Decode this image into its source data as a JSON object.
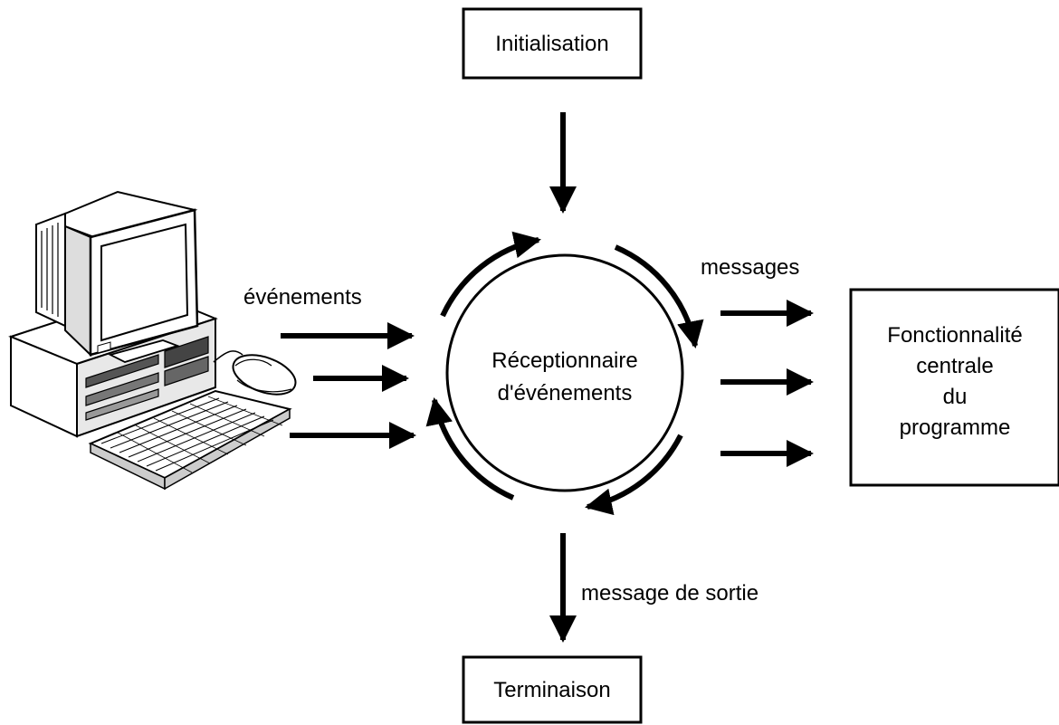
{
  "boxes": {
    "initialisation": "Initialisation",
    "termination": "Terminaison",
    "core_lines": [
      "Fonctionnalité",
      "centrale",
      "du",
      "programme"
    ]
  },
  "receiver_lines": [
    "Réceptionnaire",
    "d'événements"
  ],
  "labels": {
    "events": "événements",
    "messages": "messages",
    "exit_message": "message de sortie"
  },
  "icons": {
    "computer": "desktop-computer-icon",
    "keyboard": "keyboard-icon",
    "mouse": "mouse-icon"
  },
  "colors": {
    "ink": "#000000",
    "background": "#ffffff"
  }
}
